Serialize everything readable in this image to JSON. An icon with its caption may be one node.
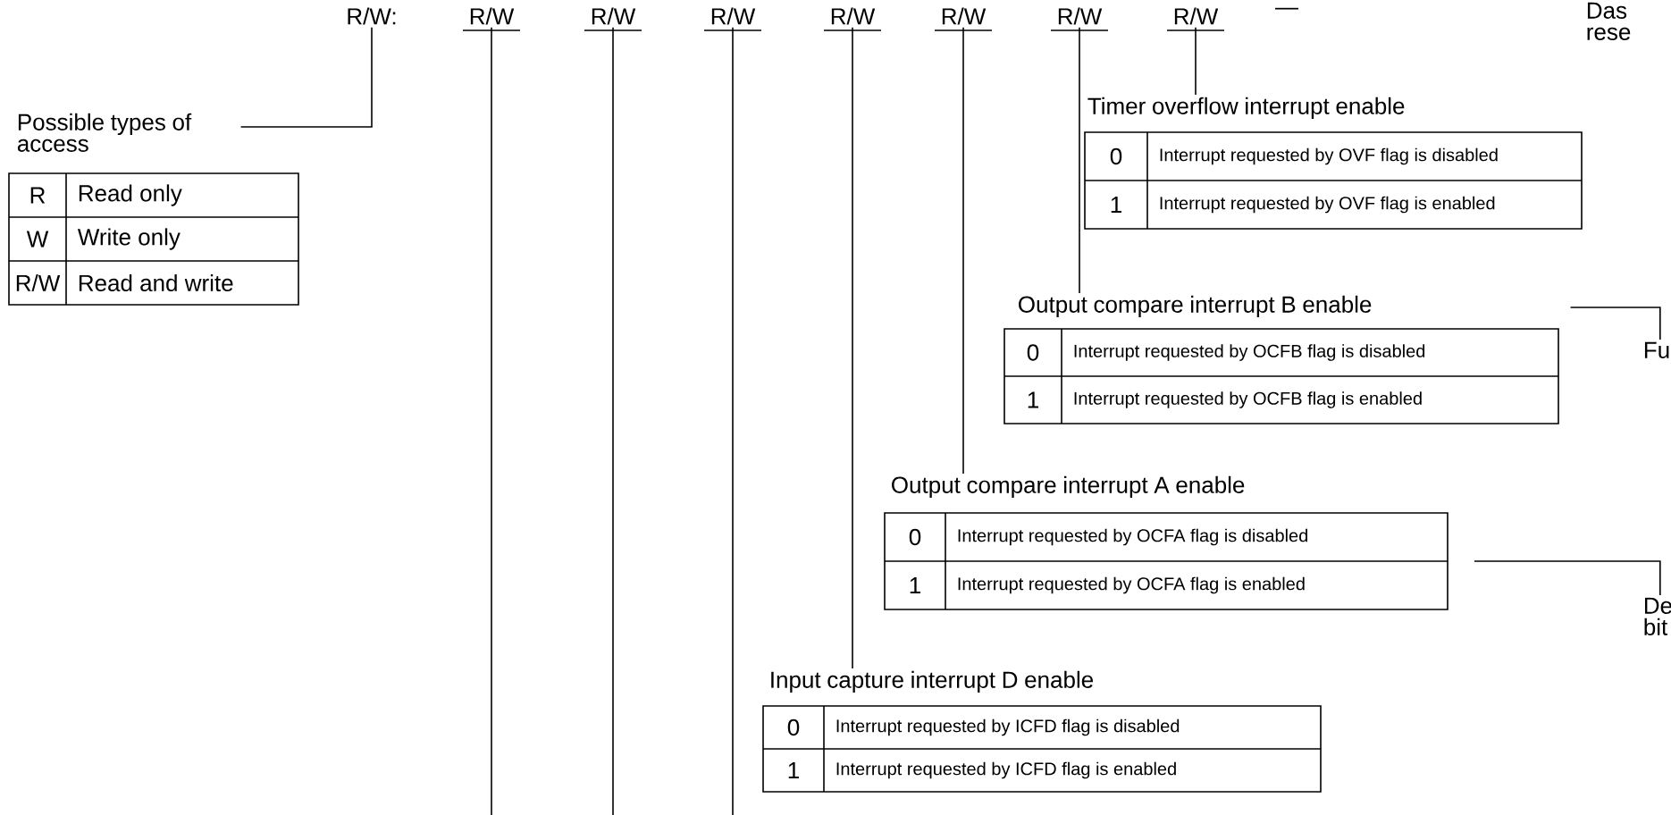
{
  "diagram": {
    "nodes": [
      {
        "text": [
          "R/W:"
        ]
      },
      {
        "text": [
          "R/W"
        ]
      },
      {
        "text": [
          "R/W"
        ]
      },
      {
        "text": [
          "R/W"
        ]
      },
      {
        "text": [
          "R/W"
        ]
      },
      {
        "text": [
          "R/W"
        ]
      },
      {
        "text": [
          "R/W"
        ]
      },
      {
        "text": [
          "R/W"
        ]
      },
      {
        "text": [
          "Possible types of access",
          "R",
          "Read only",
          "W",
          "Write only",
          "R/W",
          "Read and write"
        ]
      },
      {
        "text": [
          "Timer overflow interrupt enable",
          "0",
          "Interrupt requested by OVF flag is disabled",
          "1",
          "Interrupt requested by OVF flag is enabled"
        ]
      },
      {
        "text": [
          "Output compare interrupt B enable",
          "0",
          "Interrupt requested by OCFB flag is disabled",
          "1",
          "Interrupt requested by OCFB flag is enabled"
        ]
      },
      {
        "text": [
          "Output compare interrupt A enable",
          "0",
          "Interrupt requested by OCFA flag is disabled",
          "1",
          "Interrupt requested by OCFA flag is enabled"
        ]
      },
      {
        "text": [
          "Input capture interrupt D enable",
          "0",
          "Interrupt requested by ICFD flag is disabled",
          "1",
          "Interrupt requested by ICFD flag is enabled"
        ]
      },
      {
        "text": [
          "Fu"
        ]
      },
      {
        "text": [
          "De bit"
        ]
      }
    ],
    "edges": [
      {
        "from": 0,
        "to": 8,
        "arrow": "none"
      },
      {
        "from": 1,
        "to": null,
        "arrow": "none"
      },
      {
        "from": 2,
        "to": null,
        "arrow": "none"
      },
      {
        "from": 3,
        "to": null,
        "arrow": "none"
      },
      {
        "from": 4,
        "to": 12,
        "arrow": "none"
      },
      {
        "from": 5,
        "to": 11,
        "arrow": "none"
      },
      {
        "from": 6,
        "to": 10,
        "arrow": "none"
      },
      {
        "from": 7,
        "to": 9,
        "arrow": "none"
      },
      {
        "from": 10,
        "to": 13,
        "arrow": "none"
      },
      {
        "from": 11,
        "to": 14,
        "arrow": "none"
      }
    ],
    "labels": [
      "—",
      "Das rese"
    ]
  }
}
